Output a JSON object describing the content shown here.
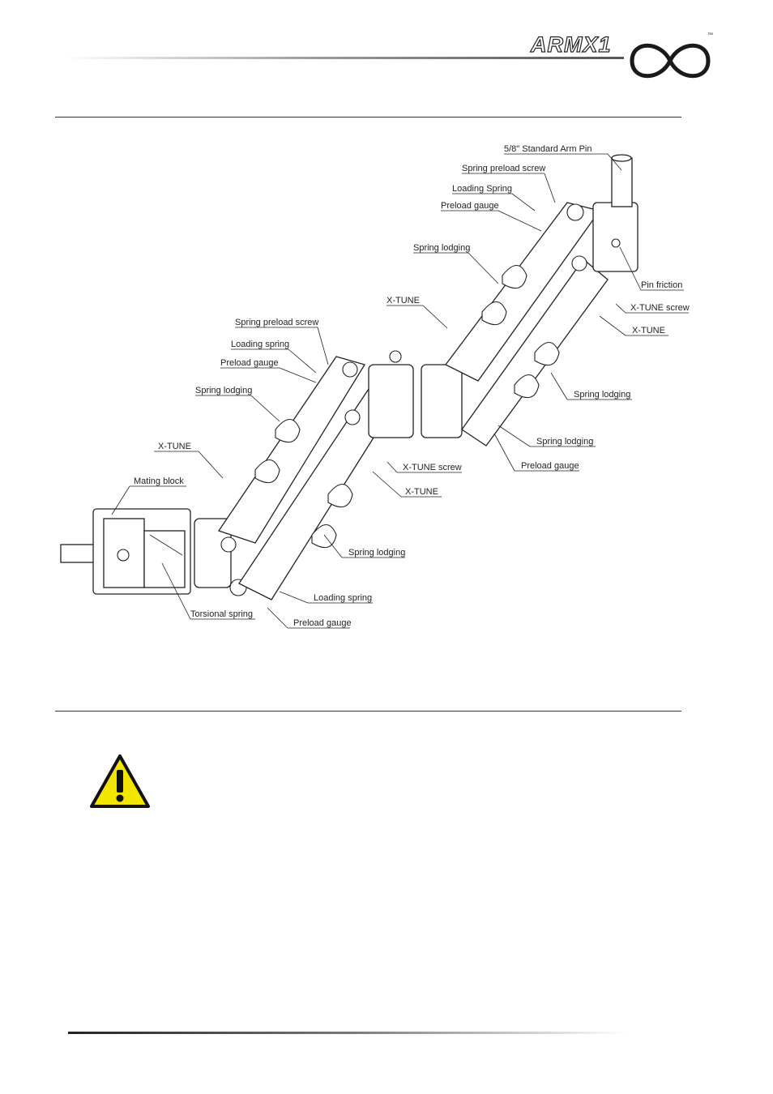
{
  "header": {
    "brand_text": "ARMX1",
    "trademark": "™",
    "logo_icon": "infinity-logo-icon"
  },
  "diagram": {
    "labels": {
      "pin": "5/8\" Standard Arm Pin",
      "spring_preload_screw_upper": "Spring preload screw",
      "loading_spring_upper": "Loading Spring",
      "preload_gauge_upper": "Preload gauge",
      "spring_lodging_upper_left": "Spring lodging",
      "pin_friction": "Pin friction",
      "xtune_upper": "X-TUNE",
      "xtune_screw_upper": "X-TUNE screw",
      "xtune_upper_right": "X-TUNE",
      "spring_lodging_upper_right": "Spring lodging",
      "spring_lodging_mid": "Spring lodging",
      "preload_gauge_mid": "Preload gauge",
      "spring_preload_screw_lower": "Spring preload screw",
      "loading_spring_lower": "Loading spring",
      "preload_gauge_lower": "Preload gauge",
      "spring_lodging_lower_left": "Spring lodging",
      "xtune_lower_left": "X-TUNE",
      "xtune_screw_lower": "X-TUNE screw",
      "xtune_lower_mid": "X-TUNE",
      "mating_block": "Mating block",
      "spring_lodging_lower_right": "Spring lodging",
      "loading_spring_bottom": "Loading spring",
      "torsional_spring": "Torsional spring",
      "preload_gauge_bottom": "Preload gauge"
    }
  },
  "warning": {
    "icon": "warning-triangle-icon",
    "color": "#f2e600"
  }
}
